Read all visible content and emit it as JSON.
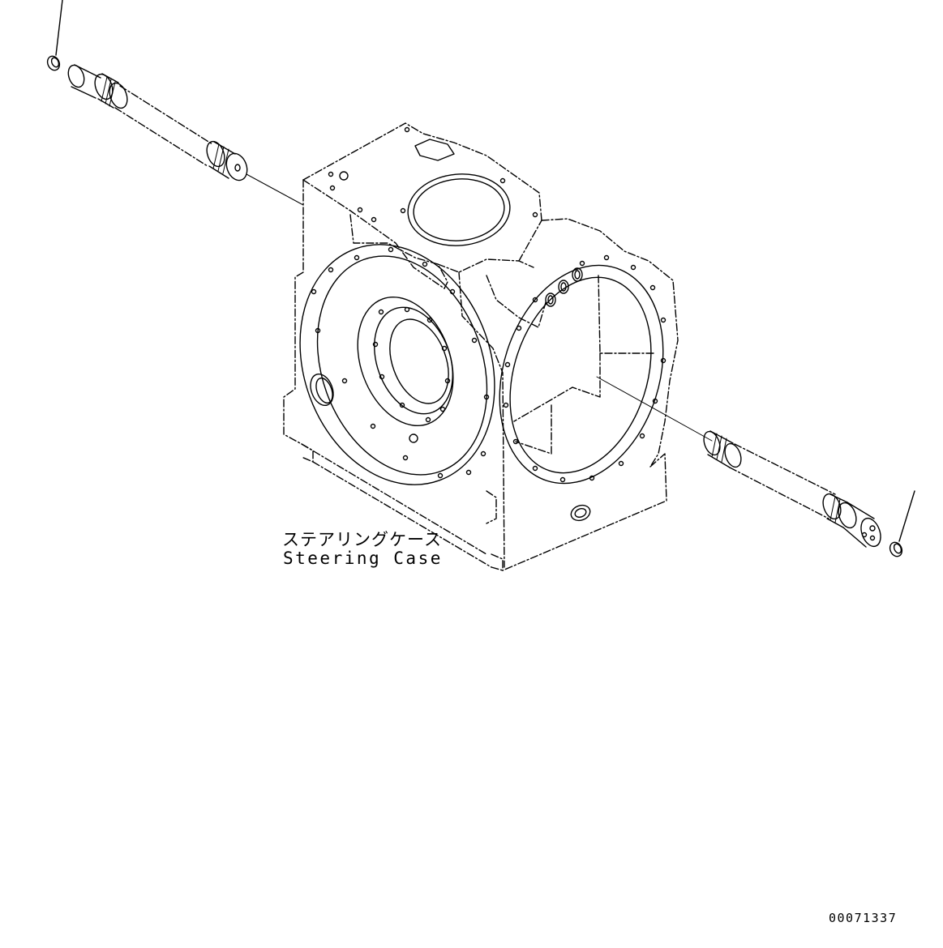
{
  "part": {
    "name_jp": "ステアリングケース",
    "name_en": "Steering Case"
  },
  "drawing_number": "00071337",
  "icons": [
    "steering-case-drawing",
    "shaft-left",
    "shaft-right",
    "ring-left",
    "ring-right"
  ]
}
